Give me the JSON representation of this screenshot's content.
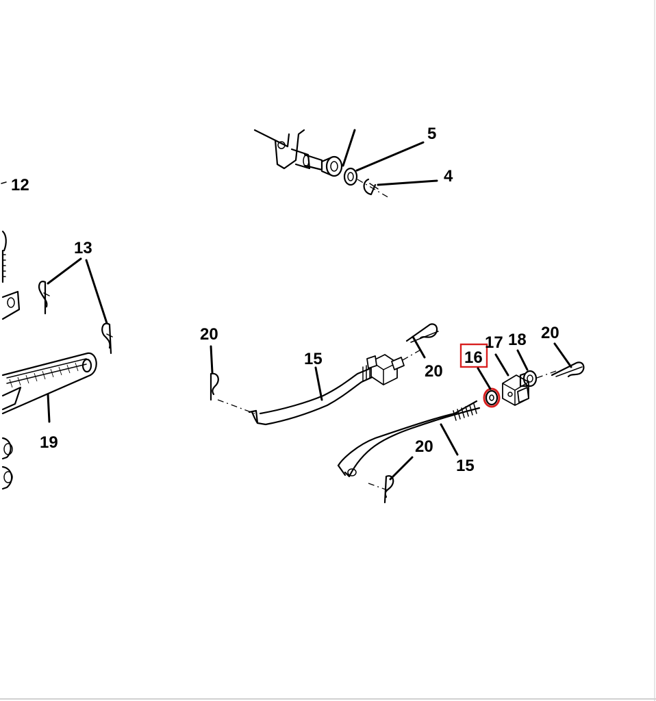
{
  "diagram": {
    "labels": {
      "p4": "4",
      "p5": "5",
      "p12": "12",
      "p13": "13",
      "p15a": "15",
      "p15b": "15",
      "p16": "16",
      "p17": "17",
      "p18": "18",
      "p19": "19",
      "p20a": "20",
      "p20b": "20",
      "p20c": "20",
      "p20d": "20"
    },
    "highlighted_part": "16",
    "highlight_color": "#d81e1e",
    "line_color": "#000000",
    "background_color": "#ffffff"
  }
}
